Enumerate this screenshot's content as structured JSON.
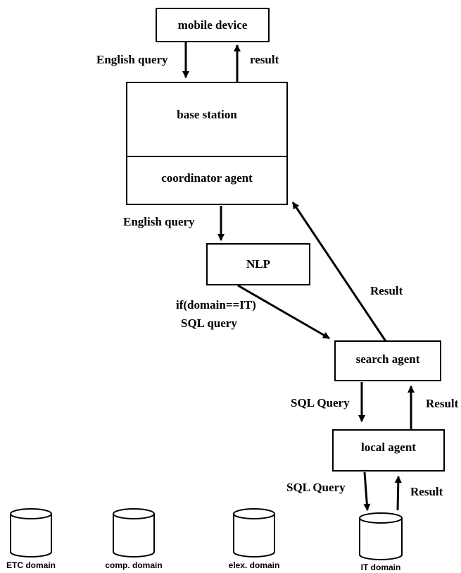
{
  "nodes": {
    "mobile_device": "mobile device",
    "base_station": "base station",
    "coordinator_agent": "coordinator agent",
    "nlp": "NLP",
    "search_agent": "search agent",
    "local_agent": "local agent"
  },
  "edge_labels": {
    "english_query_top": "English query",
    "result_top": "result",
    "english_query_mid": "English query",
    "if_domain": "if(domain==IT)",
    "sql_query_lower": "SQL query",
    "result_right": "Result",
    "sql_query_search_local": "SQL Query",
    "result_local_search": "Result",
    "sql_query_local_db": "SQL Query",
    "result_db_local": "Result"
  },
  "databases": {
    "etc": "ETC domain",
    "comp": "comp. domain",
    "elex": "elex. domain",
    "it": "IT domain"
  }
}
